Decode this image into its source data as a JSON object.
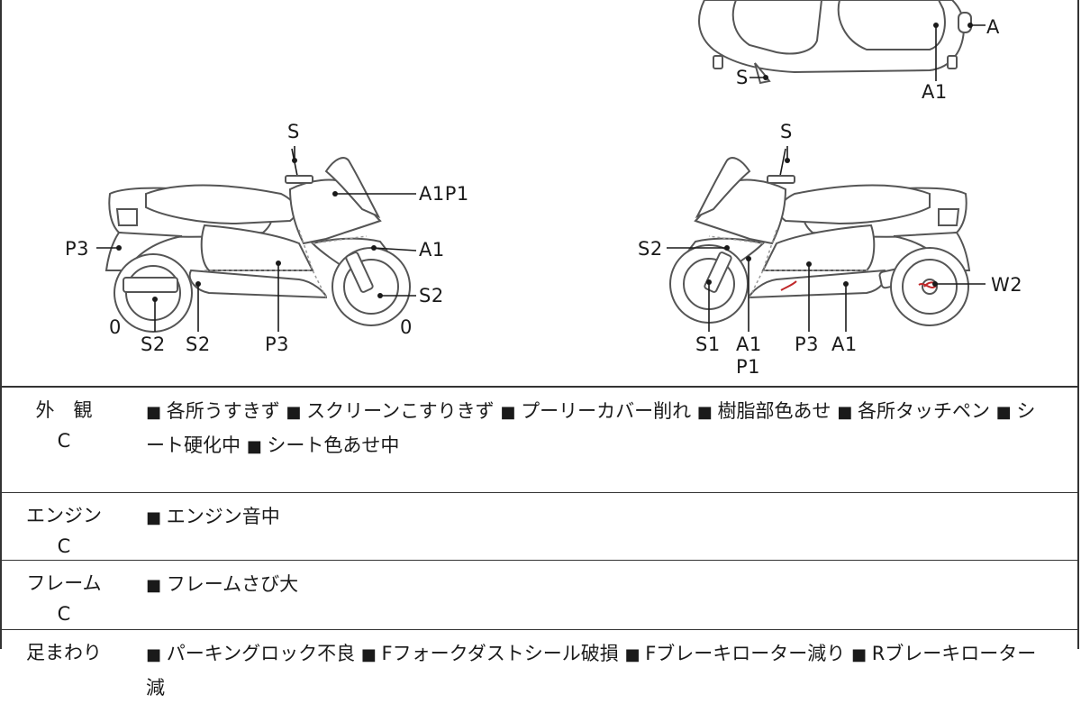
{
  "callouts": {
    "top_A": "A",
    "top_A1": "A1",
    "top_S": "S",
    "left_S": "S",
    "left_A1P1": "A1P1",
    "left_P3_side": "P3",
    "left_A1": "A1",
    "left_S2_right": "S2",
    "left_zero_left": "0",
    "left_zero_right": "0",
    "left_S2_bottom": "S2",
    "left_S2_bottom2": "S2",
    "left_P3_bottom": "P3",
    "right_S": "S",
    "right_S2": "S2",
    "right_W2": "W2",
    "right_S1": "S1",
    "right_A1": "A1",
    "right_P1": "P1",
    "right_P3": "P3",
    "right_A1_b": "A1"
  },
  "report": {
    "exterior": {
      "label": "外　観",
      "grade": "C",
      "notes": [
        "各所うすきず",
        "スクリーンこすりきず",
        "プーリーカバー削れ",
        "樹脂部色あせ",
        "各所タッチペン",
        "シート硬化中",
        "シート色あせ中"
      ]
    },
    "engine": {
      "label": "エンジン",
      "grade": "C",
      "notes": [
        "エンジン音中"
      ]
    },
    "frame": {
      "label": "フレーム",
      "grade": "C",
      "notes": [
        "フレームさび大"
      ]
    },
    "suspension": {
      "label": "足まわり",
      "notes": [
        "パーキングロック不良",
        "Fフォークダストシール破損",
        "Fブレーキローター減り",
        "Rブレーキローター減"
      ]
    }
  },
  "colors": {
    "line": "#1a1a1a",
    "border": "#333333",
    "damage_mark": "#c0282a"
  }
}
